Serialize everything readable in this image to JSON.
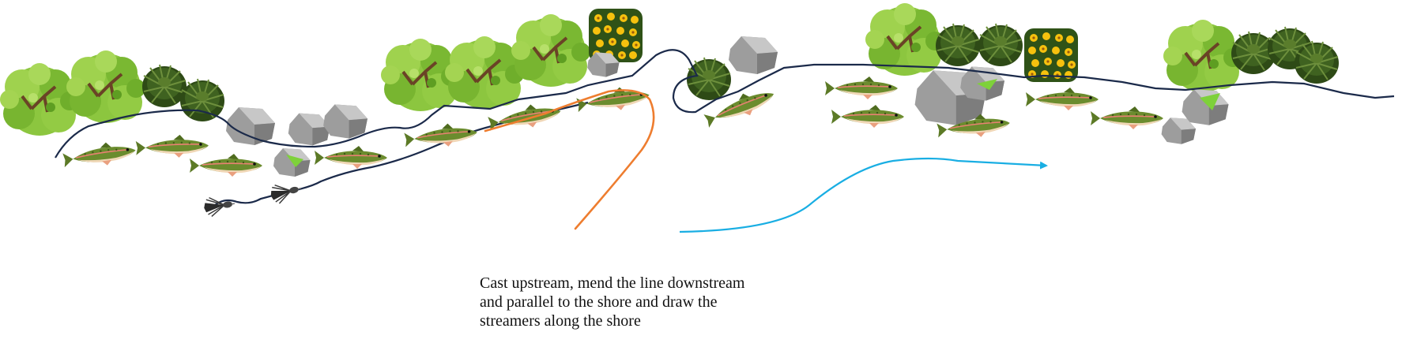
{
  "caption": {
    "lines": [
      "Cast upstream, mend the line downstream",
      "and parallel to the shore and draw the",
      "streamers along the shore"
    ]
  },
  "colors": {
    "shoreline": "#1b2a4a",
    "cast_line": "#ee7d2f",
    "drift_arrow": "#19aee3",
    "shrub_light": "#8cc63f",
    "shrub_dark": "#3a5a1c",
    "rock": "#9d9d9d",
    "flower": "#f6c10e",
    "fish_body": "#6b8c2e"
  },
  "icons": {
    "shrub": "leafy-shrub-icon",
    "grass": "grass-tuft-icon",
    "flower_bush": "flower-bush-icon",
    "rock": "rock-icon",
    "fish": "fish-icon",
    "fly": "streamer-fly-icon"
  }
}
